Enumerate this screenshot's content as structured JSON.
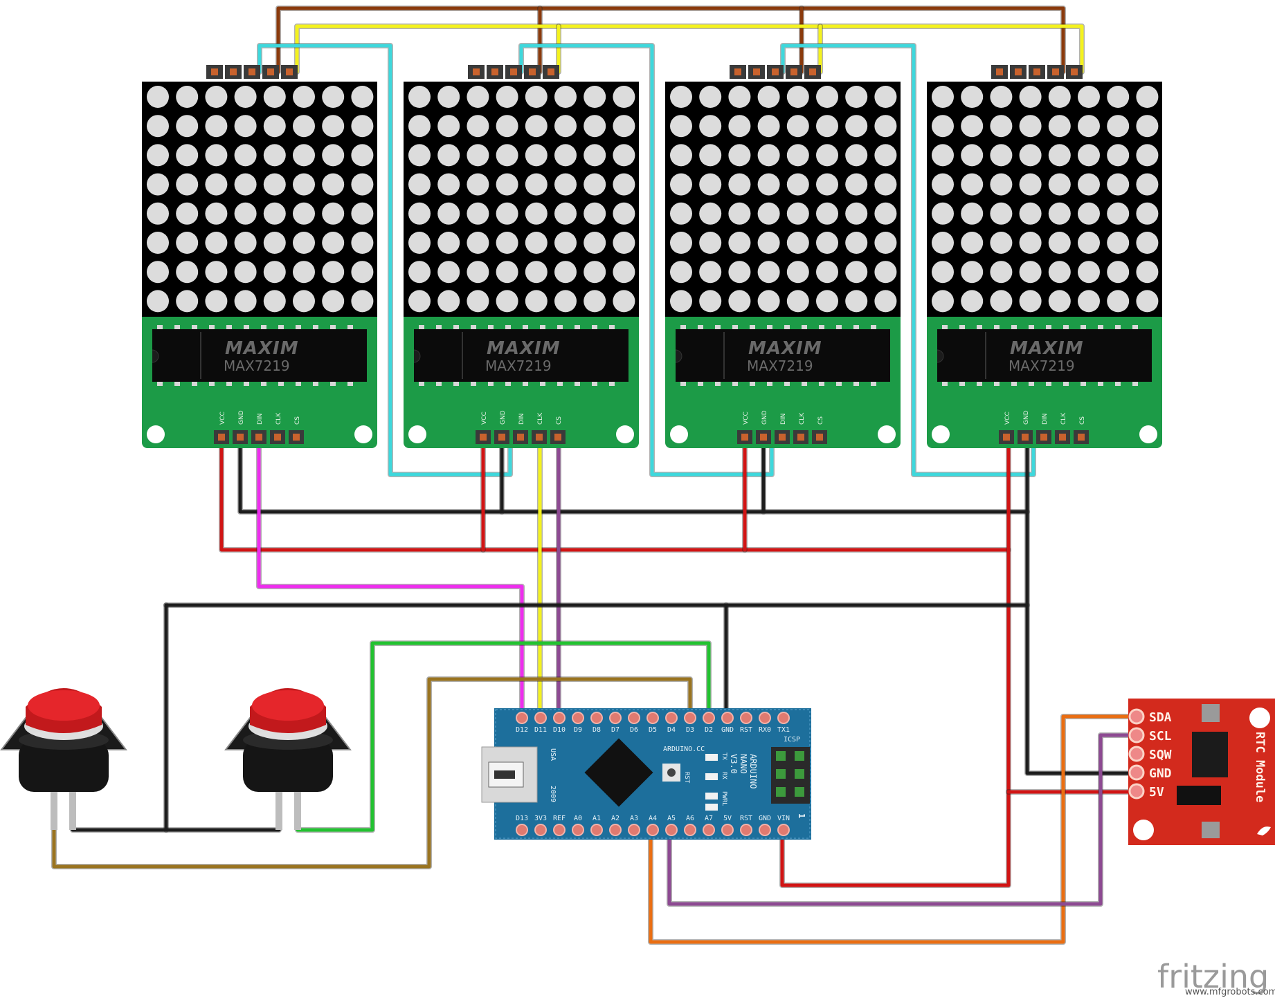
{
  "matrix_modules": [
    {
      "chip_brand": "MAXIM",
      "chip_model": "MAX7219",
      "pins_bottom": [
        "VCC",
        "GND",
        "DIN",
        "CLK",
        "CS"
      ]
    },
    {
      "chip_brand": "MAXIM",
      "chip_model": "MAX7219",
      "pins_bottom": [
        "VCC",
        "GND",
        "DIN",
        "CLK",
        "CS"
      ]
    },
    {
      "chip_brand": "MAXIM",
      "chip_model": "MAX7219",
      "pins_bottom": [
        "VCC",
        "GND",
        "DIN",
        "CLK",
        "CS"
      ]
    },
    {
      "chip_brand": "MAXIM",
      "chip_model": "MAX7219",
      "pins_bottom": [
        "VCC",
        "GND",
        "DIN",
        "CLK",
        "CS"
      ]
    }
  ],
  "arduino": {
    "top_pins": [
      "D12",
      "D11",
      "D10",
      "D9",
      "D8",
      "D7",
      "D6",
      "D5",
      "D4",
      "D3",
      "D2",
      "GND",
      "RST",
      "RX0",
      "TX1"
    ],
    "bottom_pins": [
      "D13",
      "3V3",
      "REF",
      "A0",
      "A1",
      "A2",
      "A3",
      "A4",
      "A5",
      "A6",
      "A7",
      "5V",
      "RST",
      "GND",
      "VIN"
    ],
    "name_lines": [
      "ARDUINO",
      "NANO",
      "V3.0"
    ],
    "site": "ARDUINO.CC",
    "origin": "USA",
    "year": "2009",
    "icsp": "ICSP",
    "led_labels": [
      "TX",
      "RX",
      "PWR",
      "L"
    ],
    "rst_label": "RST",
    "pin1_marker": "1"
  },
  "rtc": {
    "title": "RTC Module",
    "pins": [
      "SDA",
      "SCL",
      "SQW",
      "GND",
      "5V"
    ]
  },
  "logo": "fritzing",
  "watermark": "www.mfgrobots.com",
  "colors": {
    "board_green": "#1c9b47",
    "arduino_blue": "#1d6f9c",
    "rtc_red": "#d32a1d",
    "led_off": "#dcdcdc"
  }
}
